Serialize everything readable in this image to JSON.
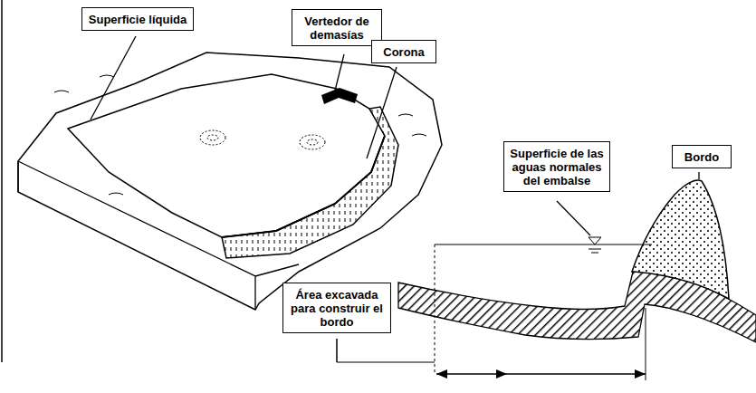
{
  "diagram": {
    "nodes": [
      {
        "text": [
          "Superficie líquida"
        ]
      },
      {
        "text": [
          "Vertedor de demasías"
        ]
      },
      {
        "text": [
          "Corona"
        ]
      },
      {
        "text": [
          "Superficie de las aguas normales del embalse"
        ]
      },
      {
        "text": [
          "Bordo"
        ]
      },
      {
        "text": [
          "Área excavada para construir el bordo"
        ]
      }
    ]
  }
}
